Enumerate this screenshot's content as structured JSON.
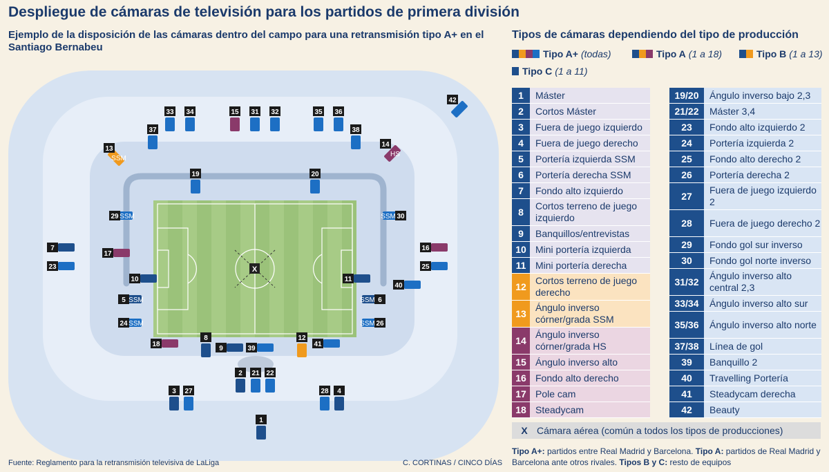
{
  "title": "Despliegue de cámaras de televisión para los partidos de primera división",
  "subtitle": "Ejemplo de la disposición de las cámaras dentro del campo para una retransmisión tipo A+ en el Santiago Bernabeu",
  "legend": {
    "title": "Tipos de cámaras dependiendo del tipo de producción",
    "items": [
      {
        "label": "Tipo A+",
        "range": "(todas)"
      },
      {
        "label": "Tipo A",
        "range": "(1 a 18)"
      },
      {
        "label": "Tipo B",
        "range": "(1 a 13)"
      },
      {
        "label": "Tipo C",
        "range": "(1 a 11)"
      }
    ]
  },
  "colors": {
    "typeC": "#1e4f8c",
    "typeB": "#f09a1e",
    "typeA": "#8a3a6a",
    "typeAplus": "#1d6fc4"
  },
  "table_left": [
    {
      "n": "1",
      "t": "Máster",
      "c": "C"
    },
    {
      "n": "2",
      "t": "Cortos Máster",
      "c": "C"
    },
    {
      "n": "3",
      "t": "Fuera de juego izquierdo",
      "c": "C"
    },
    {
      "n": "4",
      "t": "Fuera de juego derecho",
      "c": "C"
    },
    {
      "n": "5",
      "t": "Portería izquierda SSM",
      "c": "C"
    },
    {
      "n": "6",
      "t": "Portería derecha SSM",
      "c": "C"
    },
    {
      "n": "7",
      "t": "Fondo alto izquierdo",
      "c": "C"
    },
    {
      "n": "8",
      "t": "Cortos terreno de juego izquierdo",
      "c": "C"
    },
    {
      "n": "9",
      "t": "Banquillos/entrevistas",
      "c": "C"
    },
    {
      "n": "10",
      "t": "Mini portería izquierda",
      "c": "C"
    },
    {
      "n": "11",
      "t": "Mini portería derecha",
      "c": "C"
    },
    {
      "n": "12",
      "t": "Cortos terreno de juego derecho",
      "c": "B"
    },
    {
      "n": "13",
      "t": "Ángulo inverso córner/grada SSM",
      "c": "B"
    },
    {
      "n": "14",
      "t": "Ángulo inverso córner/grada HS",
      "c": "A"
    },
    {
      "n": "15",
      "t": "Ángulo inverso alto",
      "c": "A"
    },
    {
      "n": "16",
      "t": "Fondo alto derecho",
      "c": "A"
    },
    {
      "n": "17",
      "t": "Pole cam",
      "c": "A"
    },
    {
      "n": "18",
      "t": "Steadycam",
      "c": "A"
    }
  ],
  "table_right": [
    {
      "n": "19/20",
      "t": "Ángulo inverso bajo 2,3"
    },
    {
      "n": "21/22",
      "t": "Máster 3,4"
    },
    {
      "n": "23",
      "t": "Fondo alto izquierdo 2"
    },
    {
      "n": "24",
      "t": "Portería izquierda 2"
    },
    {
      "n": "25",
      "t": "Fondo alto derecho 2"
    },
    {
      "n": "26",
      "t": "Portería derecha 2"
    },
    {
      "n": "27",
      "t": "Fuera de juego izquierdo 2"
    },
    {
      "n": "28",
      "t": "Fuera de juego derecho 2"
    },
    {
      "n": "29",
      "t": "Fondo gol sur inverso"
    },
    {
      "n": "30",
      "t": "Fondo gol norte inverso"
    },
    {
      "n": "31/32",
      "t": "Ángulo inverso alto central 2,3"
    },
    {
      "n": "33/34",
      "t": "Ángulo inverso alto sur"
    },
    {
      "n": "35/36",
      "t": "Ángulo inverso alto norte"
    },
    {
      "n": "37/38",
      "t": "Línea de gol"
    },
    {
      "n": "39",
      "t": "Banquillo 2"
    },
    {
      "n": "40",
      "t": "Travelling Portería"
    },
    {
      "n": "41",
      "t": "Steadycam derecha"
    },
    {
      "n": "42",
      "t": "Beauty"
    }
  ],
  "aerial": {
    "n": "X",
    "t": "Cámara aérea (común a todos los tipos de producciones)"
  },
  "note": {
    "a1": "Tipo A+:",
    "a1t": " partidos entre Real Madrid y Barcelona. ",
    "a2": "Tipo A:",
    "a2t": " partidos de Real Madrid y Barcelona ante otros rivales. ",
    "a3": "Tipos B y C:",
    "a3t": " resto de equipos"
  },
  "source": "Fuente: Reglamento para la retransmisión televisiva de LaLiga",
  "credit": "C. CORTINAS / CINCO DÍAS",
  "cameras": [
    {
      "id": "1",
      "c": "C"
    },
    {
      "id": "2",
      "c": "C"
    },
    {
      "id": "3",
      "c": "C"
    },
    {
      "id": "4",
      "c": "C"
    },
    {
      "id": "5",
      "c": "C",
      "ssm": "SSM"
    },
    {
      "id": "6",
      "c": "C",
      "ssm": "SSM"
    },
    {
      "id": "7",
      "c": "C"
    },
    {
      "id": "8",
      "c": "C"
    },
    {
      "id": "9",
      "c": "C"
    },
    {
      "id": "10",
      "c": "C"
    },
    {
      "id": "11",
      "c": "C"
    },
    {
      "id": "12",
      "c": "B"
    },
    {
      "id": "13",
      "c": "B",
      "ssm": "SSM"
    },
    {
      "id": "14",
      "c": "A",
      "ssm": "HS"
    },
    {
      "id": "15",
      "c": "A"
    },
    {
      "id": "16",
      "c": "A"
    },
    {
      "id": "17",
      "c": "A"
    },
    {
      "id": "18",
      "c": "A"
    },
    {
      "id": "19",
      "c": "P"
    },
    {
      "id": "20",
      "c": "P"
    },
    {
      "id": "21",
      "c": "P"
    },
    {
      "id": "22",
      "c": "P"
    },
    {
      "id": "23",
      "c": "P"
    },
    {
      "id": "24",
      "c": "P",
      "ssm": "SSM"
    },
    {
      "id": "25",
      "c": "P"
    },
    {
      "id": "26",
      "c": "P",
      "ssm": "SSM"
    },
    {
      "id": "27",
      "c": "P"
    },
    {
      "id": "28",
      "c": "P"
    },
    {
      "id": "29",
      "c": "P",
      "ssm": "SSM"
    },
    {
      "id": "30",
      "c": "P",
      "ssm": "SSM"
    },
    {
      "id": "31",
      "c": "P"
    },
    {
      "id": "32",
      "c": "P"
    },
    {
      "id": "33",
      "c": "P"
    },
    {
      "id": "34",
      "c": "P"
    },
    {
      "id": "35",
      "c": "P"
    },
    {
      "id": "36",
      "c": "P"
    },
    {
      "id": "37",
      "c": "P"
    },
    {
      "id": "38",
      "c": "P"
    },
    {
      "id": "39",
      "c": "P"
    },
    {
      "id": "40",
      "c": "P"
    },
    {
      "id": "41",
      "c": "P"
    },
    {
      "id": "42",
      "c": "P"
    },
    {
      "id": "X",
      "c": "X"
    }
  ]
}
